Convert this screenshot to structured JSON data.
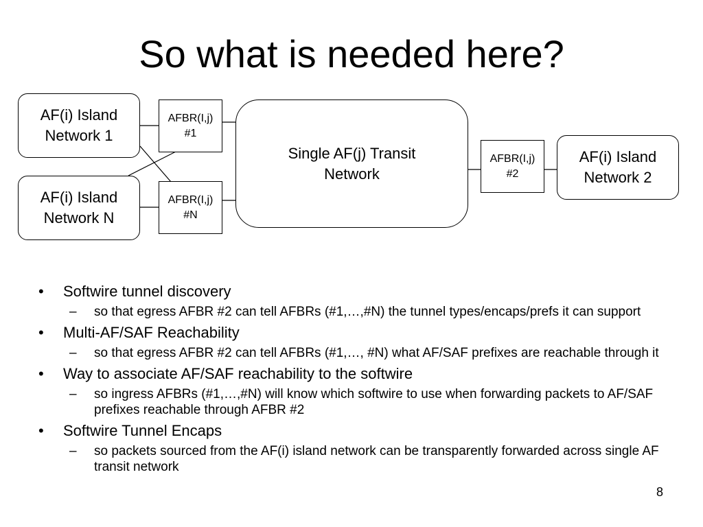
{
  "slide": {
    "title": "So what is needed here?",
    "page_number": "8"
  },
  "diagram": {
    "island_1": "AF(i) Island\nNetwork 1",
    "island_n": "AF(i) Island\nNetwork N",
    "island_2": "AF(i) Island\nNetwork 2",
    "afbr_1": "AFBR(I,j)\n#1",
    "afbr_n": "AFBR(I,j)\n#N",
    "afbr_2": "AFBR(I,j)\n#2",
    "transit": "Single AF(j) Transit\nNetwork"
  },
  "bullets": [
    {
      "marker": "•",
      "text": "Softwire tunnel discovery",
      "sub": {
        "marker": "–",
        "text": "so that egress AFBR #2 can tell AFBRs (#1,…,#N) the tunnel types/encaps/prefs it can support"
      }
    },
    {
      "marker": "•",
      "text": "Multi-AF/SAF Reachability",
      "sub": {
        "marker": "–",
        "text": "so that egress AFBR #2 can tell AFBRs (#1,…, #N) what AF/SAF prefixes are reachable through it"
      }
    },
    {
      "marker": "•",
      "text": "Way to associate AF/SAF reachability to the softwire",
      "sub": {
        "marker": "–",
        "text": "so ingress AFBRs (#1,…,#N) will know which softwire to use when forwarding packets to AF/SAF prefixes reachable through AFBR #2"
      }
    },
    {
      "marker": "•",
      "text": "Softwire Tunnel Encaps",
      "sub": {
        "marker": "–",
        "text": "so packets sourced from the AF(i) island network can be transparently forwarded across single AF transit network"
      }
    }
  ]
}
